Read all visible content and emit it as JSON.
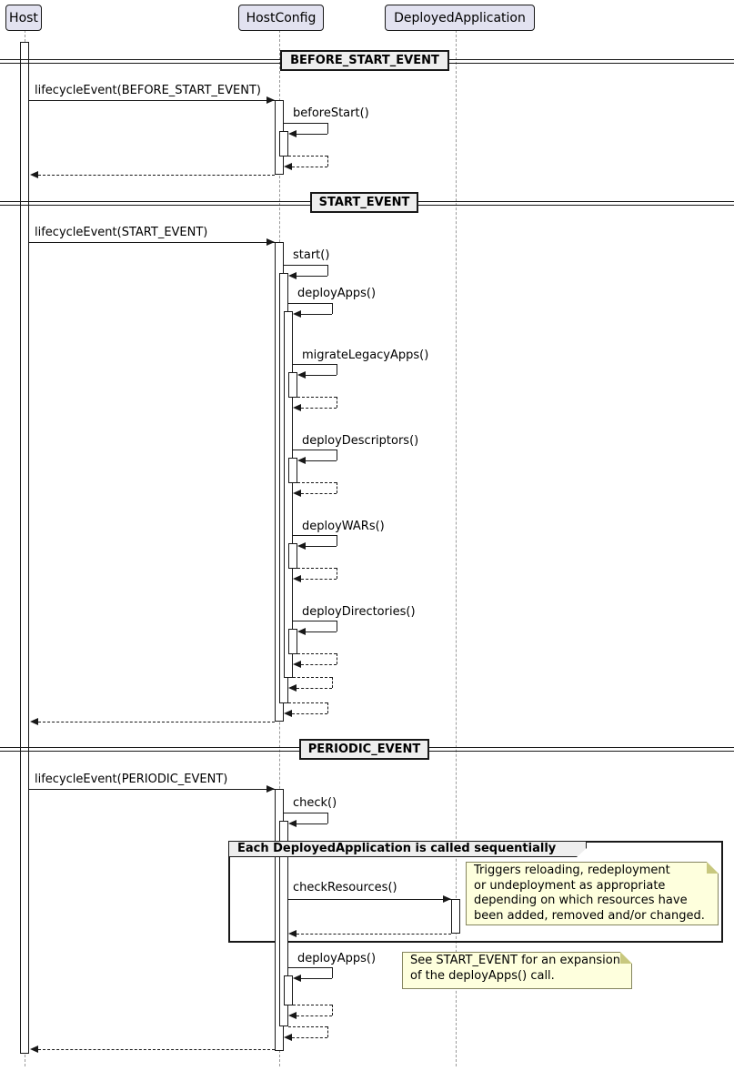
{
  "participants": [
    {
      "name": "Host"
    },
    {
      "name": "HostConfig"
    },
    {
      "name": "DeployedApplication"
    }
  ],
  "dividers": [
    {
      "label": "BEFORE_START_EVENT"
    },
    {
      "label": "START_EVENT"
    },
    {
      "label": "PERIODIC_EVENT"
    }
  ],
  "messages": {
    "lifecycle_before_start": "lifecycleEvent(BEFORE_START_EVENT)",
    "before_start": "beforeStart()",
    "lifecycle_start": "lifecycleEvent(START_EVENT)",
    "start": "start()",
    "deploy_apps": "deployApps()",
    "migrate_legacy_apps": "migrateLegacyApps()",
    "deploy_descriptors": "deployDescriptors()",
    "deploy_wars": "deployWARs()",
    "deploy_directories": "deployDirectories()",
    "lifecycle_periodic": "lifecycleEvent(PERIODIC_EVENT)",
    "check": "check()",
    "check_resources": "checkResources()",
    "deploy_apps_periodic": "deployApps()"
  },
  "group": {
    "label": "Each DeployedApplication is called sequentially"
  },
  "notes": {
    "check_resources_note": {
      "lines": [
        "Triggers reloading, redeployment",
        "or undeployment as appropriate",
        "depending on which resources have",
        "been added, removed and/or changed."
      ]
    },
    "deploy_apps_note": {
      "lines": [
        "See START_EVENT for an expansion",
        "of the deployApps() call."
      ]
    }
  },
  "colors": {
    "line": "#181818",
    "participant_fill": "#E2E2F0",
    "note_fill": "#FEFFDD",
    "note_border": "#85855F",
    "divider_fill": "#EEEEEE",
    "lifeline": "#9A9A9A",
    "activation_fill": "#FFFFFF"
  }
}
